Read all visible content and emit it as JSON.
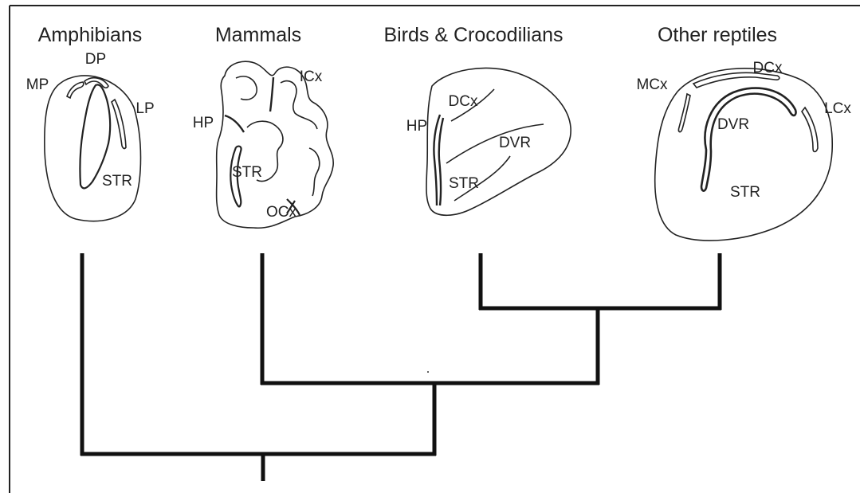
{
  "colors": {
    "line": "#111111",
    "outline": "#222222",
    "background": "#ffffff"
  },
  "taxa": [
    {
      "name": "Amphibians",
      "regions": [
        "DP",
        "MP",
        "LP",
        "STR"
      ]
    },
    {
      "name": "Mammals",
      "regions": [
        "ICx",
        "HP",
        "STR",
        "OCx"
      ]
    },
    {
      "name": "Birds & Crocodilians",
      "regions": [
        "DCx",
        "HP",
        "DVR",
        "STR"
      ]
    },
    {
      "name": "Other reptiles",
      "regions": [
        "DCx",
        "MCx",
        "LCx",
        "DVR",
        "STR"
      ]
    }
  ],
  "tree": {
    "topology": "(Amphibians,(Mammals,(Birds & Crocodilians,Other reptiles)))"
  }
}
